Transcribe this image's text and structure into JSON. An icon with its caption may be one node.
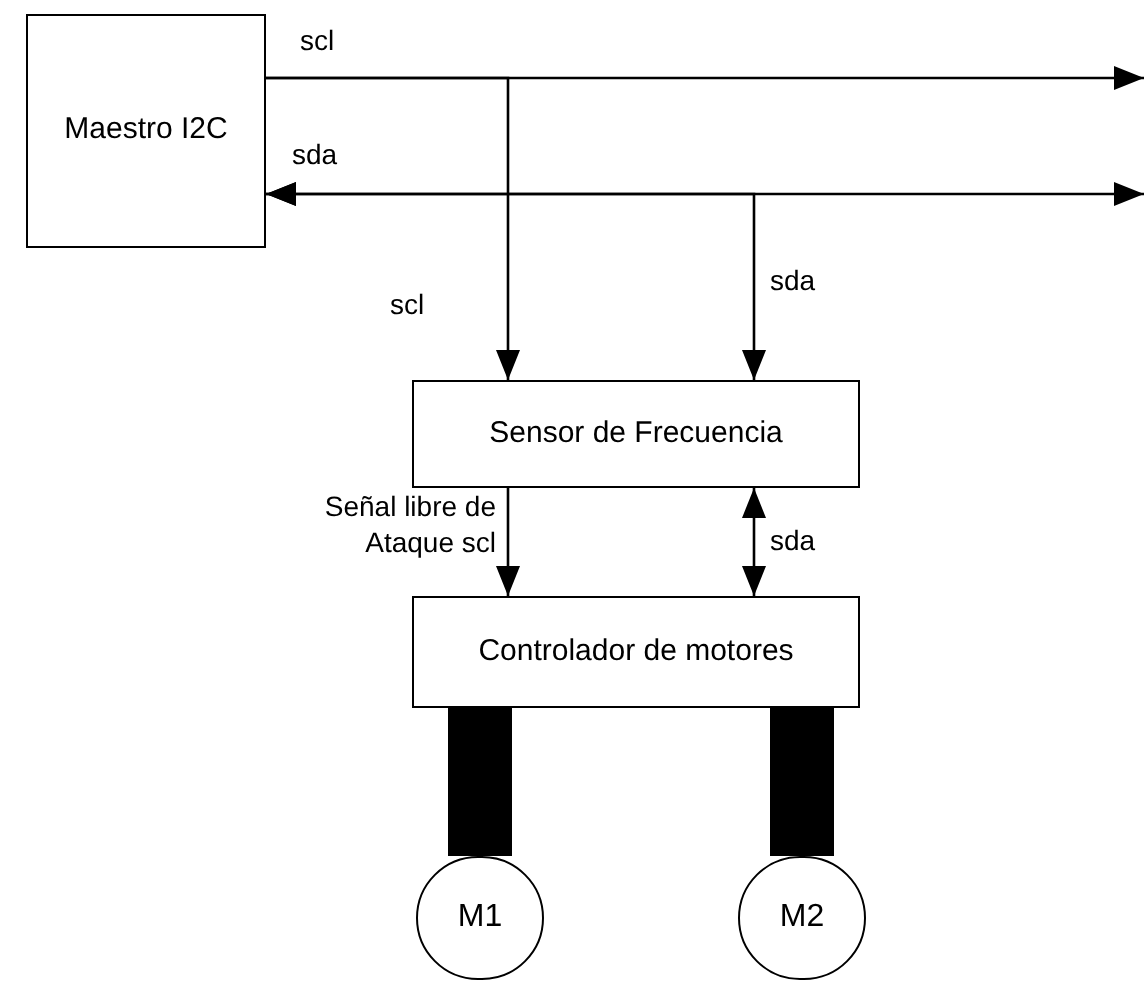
{
  "diagram": {
    "nodes": [
      {
        "text": [
          "Maestro I2C"
        ]
      },
      {
        "text": [
          "Sensor de Frecuencia"
        ]
      },
      {
        "text": [
          "Controlador de motores"
        ]
      },
      {
        "text": [
          "M1"
        ]
      },
      {
        "text": [
          "M2"
        ]
      }
    ],
    "edges": [
      {
        "from": 0,
        "to": null,
        "arrow": "to",
        "label": "scl"
      },
      {
        "from": 0,
        "to": null,
        "arrow": "both",
        "label": "sda"
      },
      {
        "from": 0,
        "to": 1,
        "arrow": "to",
        "label": "scl"
      },
      {
        "from": 0,
        "to": 1,
        "arrow": "both",
        "label": "sda"
      },
      {
        "from": 1,
        "to": 2,
        "arrow": "to",
        "label": "Señal libre de Ataque scl"
      },
      {
        "from": 1,
        "to": 2,
        "arrow": "both",
        "label": "sda"
      },
      {
        "from": 2,
        "to": 3,
        "arrow": "none",
        "style": "thick"
      },
      {
        "from": 2,
        "to": 4,
        "arrow": "none",
        "style": "thick"
      }
    ]
  }
}
